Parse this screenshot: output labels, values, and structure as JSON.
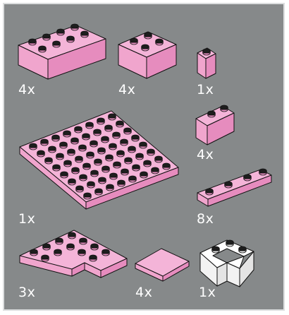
{
  "colors": {
    "background": "#86898a",
    "frame": "#dcdedf",
    "pink_top": "#f4b4d8",
    "pink_front": "#f0a5cd",
    "pink_side": "#e68cbe",
    "white_top": "#ffffff",
    "white_side": "#e7e7e7",
    "stud_top": "#1e1e1e",
    "outline": "#111111",
    "label": "#ffffff"
  },
  "parts": [
    {
      "id": "brick-2x4",
      "color": "pink",
      "quantity": "4x"
    },
    {
      "id": "brick-2x2",
      "color": "pink",
      "quantity": "4x"
    },
    {
      "id": "brick-1x1",
      "color": "pink",
      "quantity": "1x"
    },
    {
      "id": "brick-1x2",
      "color": "pink",
      "quantity": "4x"
    },
    {
      "id": "plate-8x8",
      "color": "pink",
      "quantity": "1x"
    },
    {
      "id": "plate-1x4",
      "color": "pink",
      "quantity": "8x"
    },
    {
      "id": "plate-corner-4x4",
      "color": "pink",
      "quantity": "3x"
    },
    {
      "id": "tile-2x2",
      "color": "pink",
      "quantity": "4x"
    },
    {
      "id": "brick-corner-2x2",
      "color": "white",
      "quantity": "1x"
    }
  ]
}
